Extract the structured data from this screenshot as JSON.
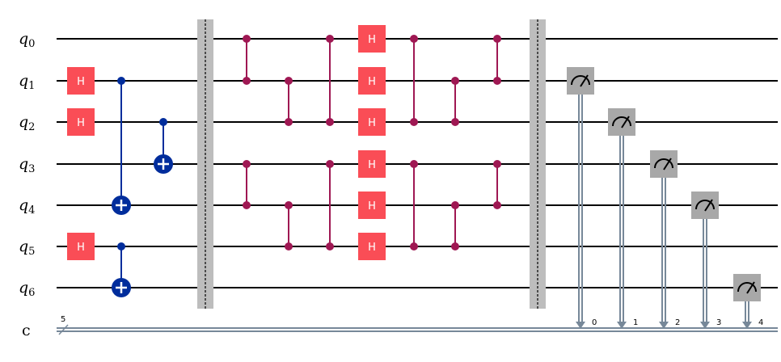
{
  "colors": {
    "h_gate": "#fa4d56",
    "cz": "#9f1853",
    "cx": "#002d9c",
    "barrier": "#bdbdbd",
    "measure": "#a8a8a8",
    "classical": "#778899",
    "wire": "#000000"
  },
  "qubit_labels": [
    {
      "base": "q",
      "sub": "0"
    },
    {
      "base": "q",
      "sub": "1"
    },
    {
      "base": "q",
      "sub": "2"
    },
    {
      "base": "q",
      "sub": "3"
    },
    {
      "base": "q",
      "sub": "4"
    },
    {
      "base": "q",
      "sub": "5"
    },
    {
      "base": "q",
      "sub": "6"
    }
  ],
  "classical_register": {
    "label": "c",
    "size": "5"
  },
  "gate_symbol": "H",
  "columns": [
    {
      "h": [
        1,
        2,
        5
      ]
    },
    {
      "cx": [
        [
          1,
          4
        ],
        [
          5,
          6
        ]
      ]
    },
    {
      "cx": [
        [
          2,
          3
        ]
      ]
    },
    {
      "barrier": [
        0,
        6
      ]
    },
    {
      "cz": [
        [
          0,
          1
        ],
        [
          3,
          4
        ]
      ]
    },
    {
      "cz": [
        [
          1,
          2
        ],
        [
          4,
          5
        ]
      ]
    },
    {
      "cz": [
        [
          0,
          2
        ],
        [
          3,
          5
        ]
      ]
    },
    {
      "h": [
        0,
        1,
        2,
        3,
        4,
        5
      ]
    },
    {
      "cz": [
        [
          0,
          2
        ],
        [
          3,
          5
        ]
      ]
    },
    {
      "cz": [
        [
          1,
          2
        ],
        [
          4,
          5
        ]
      ]
    },
    {
      "cz": [
        [
          0,
          1
        ],
        [
          3,
          4
        ]
      ]
    },
    {
      "barrier": [
        0,
        6
      ]
    },
    {
      "measure": [
        1,
        "0"
      ]
    },
    {
      "measure": [
        2,
        "1"
      ]
    },
    {
      "measure": [
        3,
        "2"
      ]
    },
    {
      "measure": [
        4,
        "3"
      ]
    },
    {
      "measure": [
        6,
        "4"
      ]
    }
  ]
}
